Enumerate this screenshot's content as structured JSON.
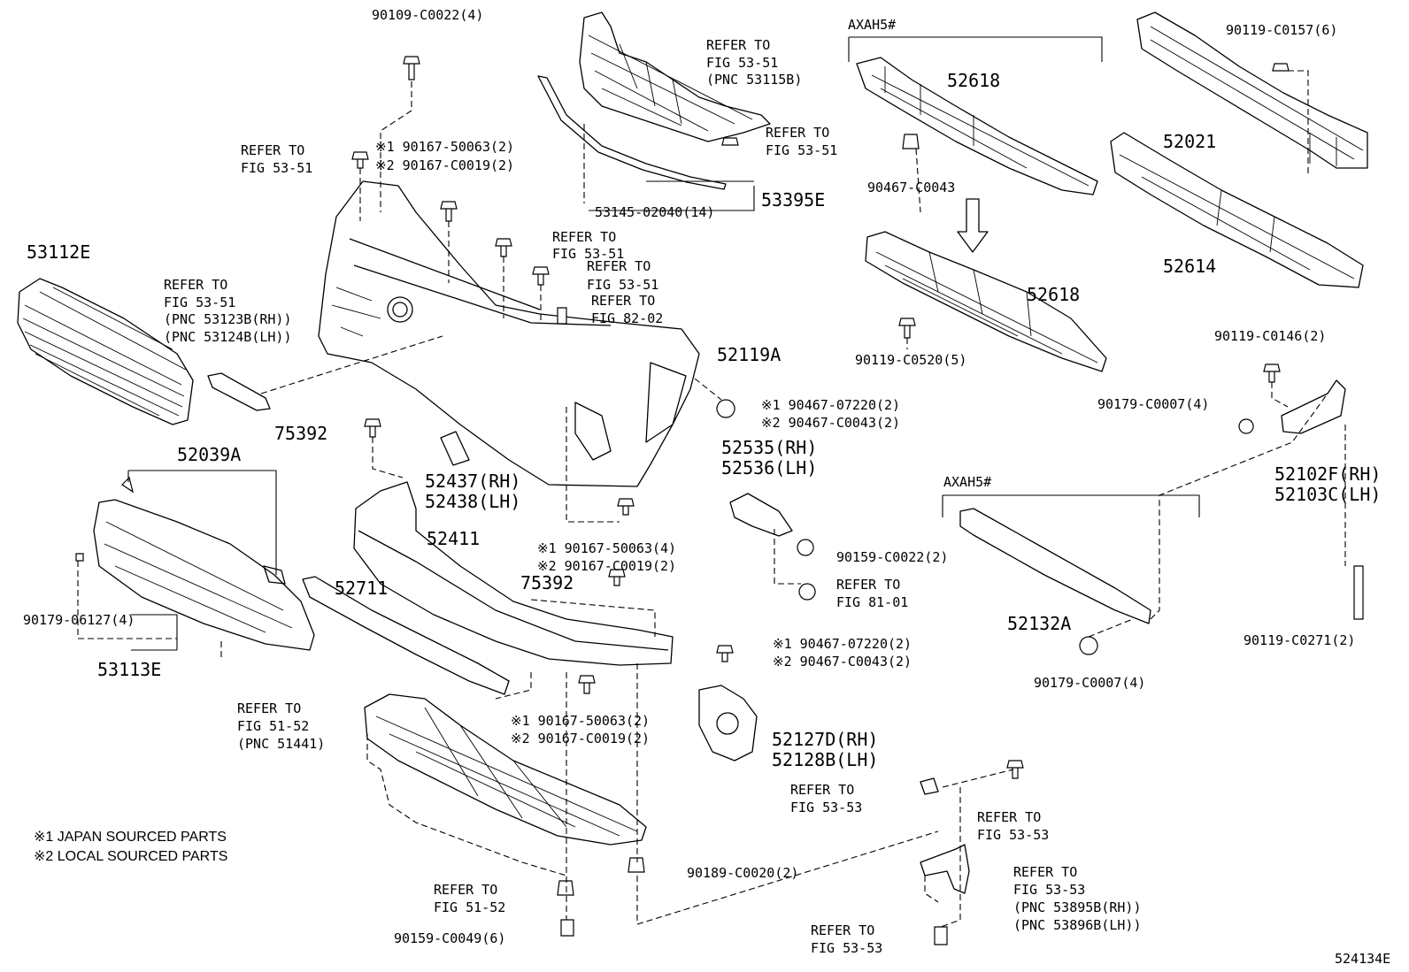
{
  "diagram": {
    "id": "524134E",
    "notes": [
      "※1 JAPAN SOURCED PARTS",
      "※2 LOCAL SOURCED PARTS"
    ],
    "variant_labels": [
      "AXAH5#",
      "AXAH5#"
    ],
    "labels": [
      "90109-C0022(4)",
      "REFER TO",
      "FIG 53-51",
      "(PNC 53115B)",
      "REFER TO",
      "FIG 53-51",
      "REFER TO",
      "FIG 53-51",
      "※1 90167-50063(2)",
      "※2 90167-C0019(2)",
      "53395E",
      "53145-02040(14)",
      "REFER TO",
      "FIG 53-51",
      "REFER TO",
      "FIG 53-51",
      "REFER TO",
      "FIG 82-02",
      "53112E",
      "REFER TO",
      "FIG 53-51",
      "(PNC 53123B(RH))",
      "(PNC 53124B(LH))",
      "52119A",
      "※1 90467-07220(2)",
      "※2 90467-C0043(2)",
      "75392",
      "52039A",
      "52437(RH)",
      "52438(LH)",
      "52535(RH)",
      "52536(LH)",
      "※1 90167-50063(4)",
      "※2 90167-C0019(2)",
      "52411",
      "90159-C0022(2)",
      "52711",
      "75392",
      "REFER TO",
      "FIG 81-01",
      "90179-06127(4)",
      "53113E",
      "※1 90467-07220(2)",
      "※2 90467-C0043(2)",
      "REFER TO",
      "FIG 51-52",
      "(PNC 51441)",
      "※1 90167-50063(2)",
      "※2 90167-C0019(2)",
      "52127D(RH)",
      "52128B(LH)",
      "REFER TO",
      "FIG 53-53",
      "REFER TO",
      "FIG 53-53",
      "90189-C0020(2)",
      "REFER TO",
      "FIG 51-52",
      "REFER TO",
      "FIG 53-53",
      "(PNC 53895B(RH))",
      "(PNC 53896B(LH))",
      "90159-C0049(6)",
      "REFER TO",
      "FIG 53-53",
      "52618",
      "90467-C0043",
      "52618",
      "90119-C0520(5)",
      "90119-C0157(6)",
      "52021",
      "52614",
      "90119-C0146(2)",
      "90179-C0007(4)",
      "52102F(RH)",
      "52103C(LH)",
      "52132A",
      "90119-C0271(2)",
      "90179-C0007(4)"
    ]
  }
}
